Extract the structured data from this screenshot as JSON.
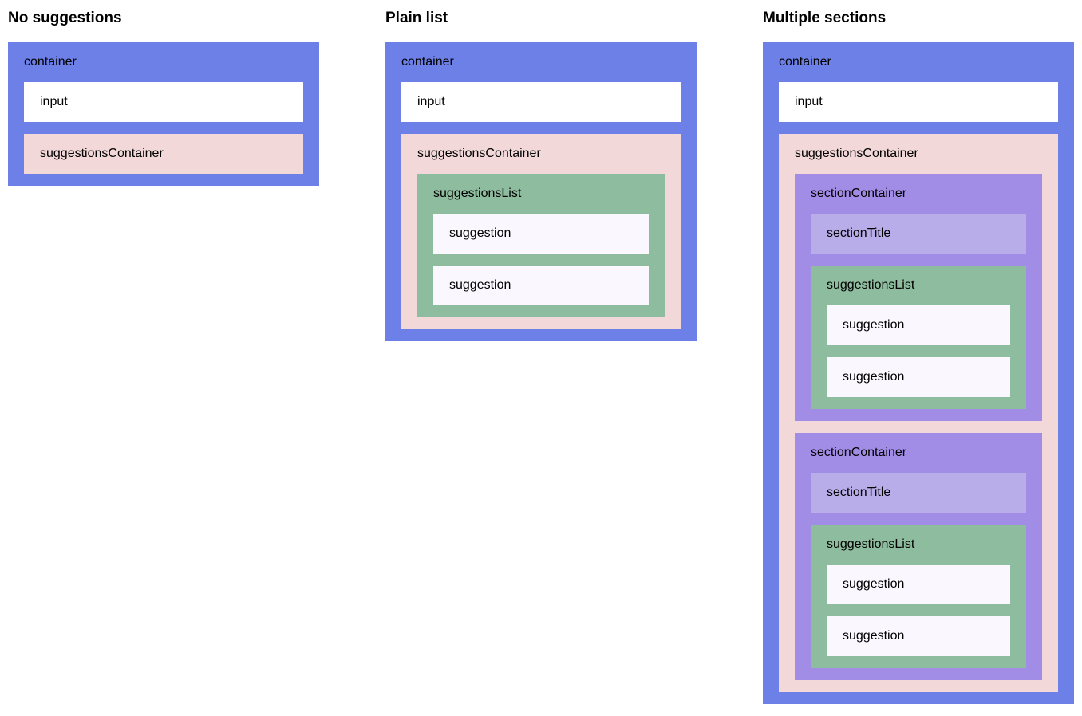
{
  "columns": [
    {
      "heading": "No suggestions"
    },
    {
      "heading": "Plain list"
    },
    {
      "heading": "Multiple sections"
    }
  ],
  "labels": {
    "container": "container",
    "input": "input",
    "suggestionsContainer": "suggestionsContainer",
    "suggestionsList": "suggestionsList",
    "suggestion": "suggestion",
    "sectionContainer": "sectionContainer",
    "sectionTitle": "sectionTitle"
  },
  "colors": {
    "background": "#ffffff",
    "text": "#000000",
    "container": "#6c80e8",
    "input": "#ffffff",
    "suggestionsContainer": "#f2d8d8",
    "suggestionsList": "#8ebc9e",
    "suggestion": "#faf8fe",
    "sectionContainer": "#a18ce6",
    "sectionTitle": "#b9ade9"
  }
}
